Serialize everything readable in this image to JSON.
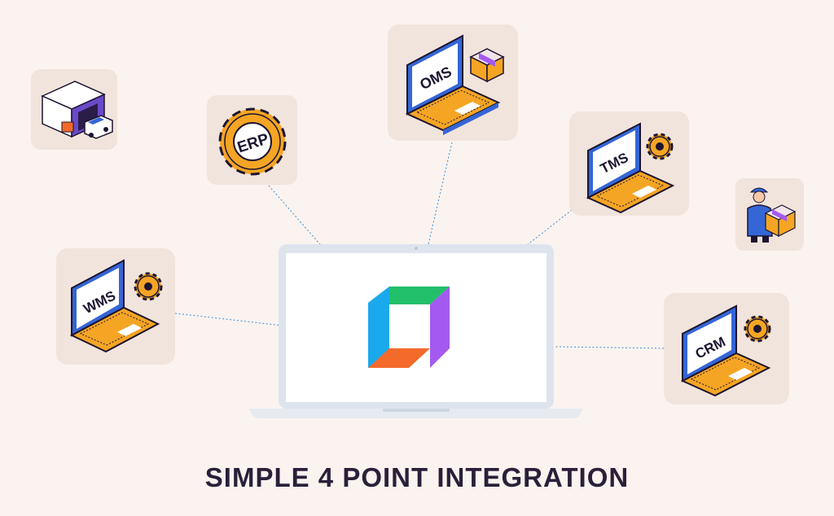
{
  "caption": "SIMPLE 4 POINT INTEGRATION",
  "systems": {
    "oms": "OMS",
    "erp": "ERP",
    "tms": "TMS",
    "wms": "WMS",
    "crm": "CRM"
  },
  "icons": {
    "warehouse": "warehouse-icon",
    "delivery": "delivery-person-icon",
    "gear": "gear-icon",
    "package": "package-icon",
    "logo": "integration-logo-icon"
  },
  "colors": {
    "background": "#fbf3ef",
    "tile": "#f1e4dc",
    "accent_orange": "#f5a524",
    "laptop_blue": "#3566d6",
    "outline": "#1d1530",
    "connector": "#3a8fd8",
    "logo_blue": "#1aa9ec",
    "logo_green": "#22c06a",
    "logo_purple": "#a45af0",
    "logo_orange": "#f36a2a"
  }
}
